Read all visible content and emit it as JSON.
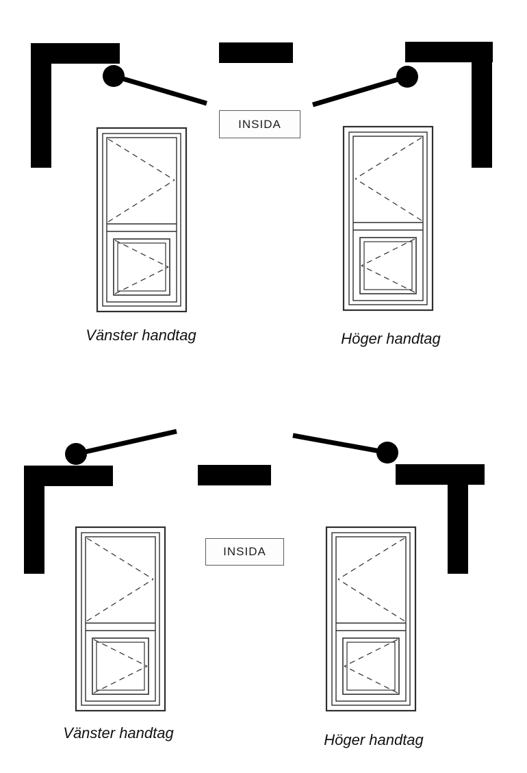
{
  "colors": {
    "wall": "#000000",
    "drawing": "#2e2e2e",
    "background": "#ffffff"
  },
  "sections": [
    {
      "inside_label": "INSIDA",
      "left_caption": "Vänster handtag",
      "right_caption": "Höger handtag"
    },
    {
      "inside_label": "INSIDA",
      "left_caption": "Vänster handtag",
      "right_caption": "Höger handtag"
    }
  ]
}
